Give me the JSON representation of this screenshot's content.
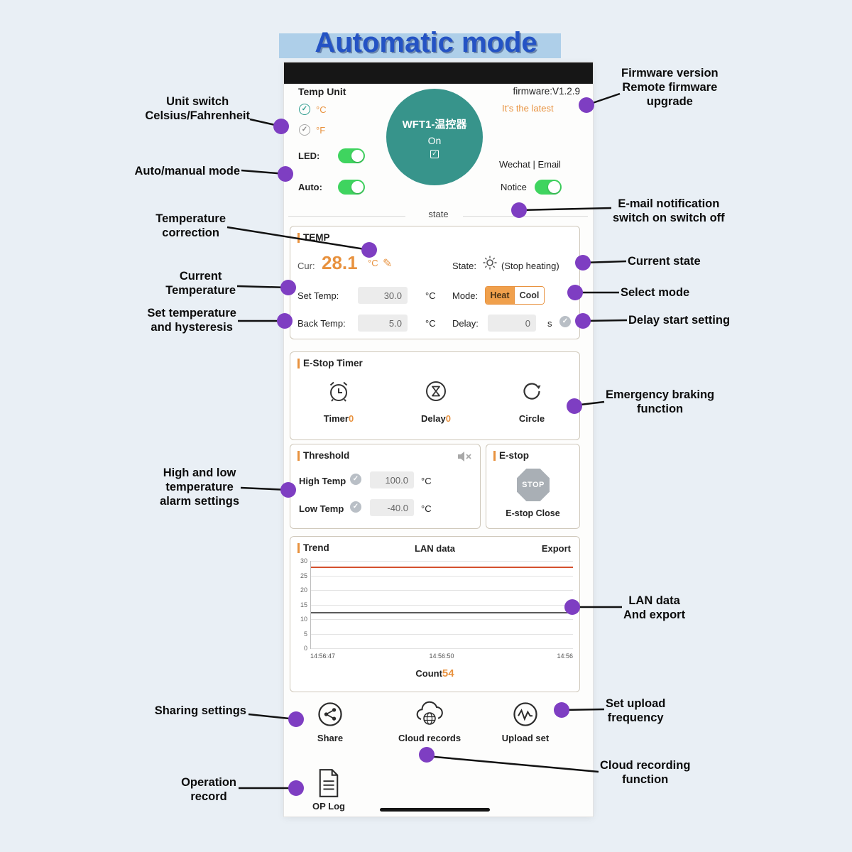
{
  "title": "Automatic mode",
  "colors": {
    "background": "#e9eff5",
    "title_blue": "#2453c4",
    "highlight_bar": "#aecfe9",
    "annotation_dot": "#7e3ec2",
    "accent_orange": "#e8923f",
    "device_teal": "#37948b",
    "toggle_green": "#3fd45f"
  },
  "app": {
    "header": {
      "temp_unit_label": "Temp Unit",
      "celsius": "°C",
      "fahrenheit": "°F",
      "led_label": "LED:",
      "auto_label": "Auto:",
      "device_name": "WFT1-温控器",
      "device_state": "On",
      "device_check": "✓",
      "firmware": "firmware:V1.2.9",
      "firmware_status": "It's the latest",
      "wechat_email": "Wechat | Email",
      "notice_label": "Notice",
      "state_label": "state"
    },
    "temp_panel": {
      "title": "TEMP",
      "cur_label": "Cur:",
      "cur_value": "28.1",
      "cur_unit": "°C",
      "edit_icon": "✎",
      "state_label": "State:",
      "state_value": "(Stop heating)",
      "set_temp_label": "Set Temp:",
      "set_temp_value": "30.0",
      "set_temp_unit": "°C",
      "mode_label": "Mode:",
      "mode_heat": "Heat",
      "mode_cool": "Cool",
      "back_temp_label": "Back Temp:",
      "back_temp_value": "5.0",
      "back_temp_unit": "°C",
      "delay_label": "Delay:",
      "delay_value": "0",
      "delay_unit": "s",
      "check": "✓"
    },
    "estop_timer_panel": {
      "title": "E-Stop Timer",
      "timer_label": "Timer",
      "timer_value": "0",
      "delay_label": "Delay",
      "delay_value": "0",
      "circle_label": "Circle"
    },
    "threshold_panel": {
      "title": "Threshold",
      "high_label": "High Temp",
      "high_value": "100.0",
      "high_unit": "°C",
      "low_label": "Low Temp",
      "low_value": "-40.0",
      "low_unit": "°C",
      "check": "✓"
    },
    "estop_panel": {
      "title": "E-stop",
      "stop_text": "STOP",
      "close_label": "E-stop Close"
    },
    "trend_panel": {
      "title": "Trend",
      "center_label": "LAN data",
      "export_label": "Export",
      "count_label": "Count",
      "count_value": "54"
    },
    "footer": {
      "share": "Share",
      "cloud": "Cloud records",
      "upload": "Upload set",
      "oplog": "OP Log"
    }
  },
  "chart_data": {
    "type": "line",
    "title": "LAN data",
    "x_ticks": [
      "14:56:47",
      "14:56:50",
      "14:56"
    ],
    "y_ticks": [
      30,
      25,
      20,
      15,
      10,
      5,
      0
    ],
    "ylim": [
      0,
      30
    ],
    "grid": true,
    "series": [
      {
        "name": "upper-temp-line",
        "value": 28,
        "color": "#d4502e"
      },
      {
        "name": "current-temp-line",
        "value": 12.5,
        "color": "#5a5a5a"
      }
    ],
    "count": 54
  },
  "annotations": {
    "left": [
      {
        "text": "Unit switch\nCelsius/Fahrenheit"
      },
      {
        "text": "Auto/manual mode"
      },
      {
        "text": "Temperature\ncorrection"
      },
      {
        "text": "Current\nTemperature"
      },
      {
        "text": "Set temperature\nand hysteresis"
      },
      {
        "text": "High and low\ntemperature\nalarm settings"
      },
      {
        "text": "Sharing settings"
      },
      {
        "text": "Operation\nrecord"
      }
    ],
    "right": [
      {
        "text": "Firmware version\nRemote firmware\nupgrade"
      },
      {
        "text": "E-mail notification\nswitch on switch off"
      },
      {
        "text": "Current state"
      },
      {
        "text": "Select mode"
      },
      {
        "text": "Delay start setting"
      },
      {
        "text": "Emergency braking\nfunction"
      },
      {
        "text": "LAN data\nAnd export"
      },
      {
        "text": "Set upload\nfrequency"
      },
      {
        "text": "Cloud recording\nfunction"
      }
    ]
  }
}
